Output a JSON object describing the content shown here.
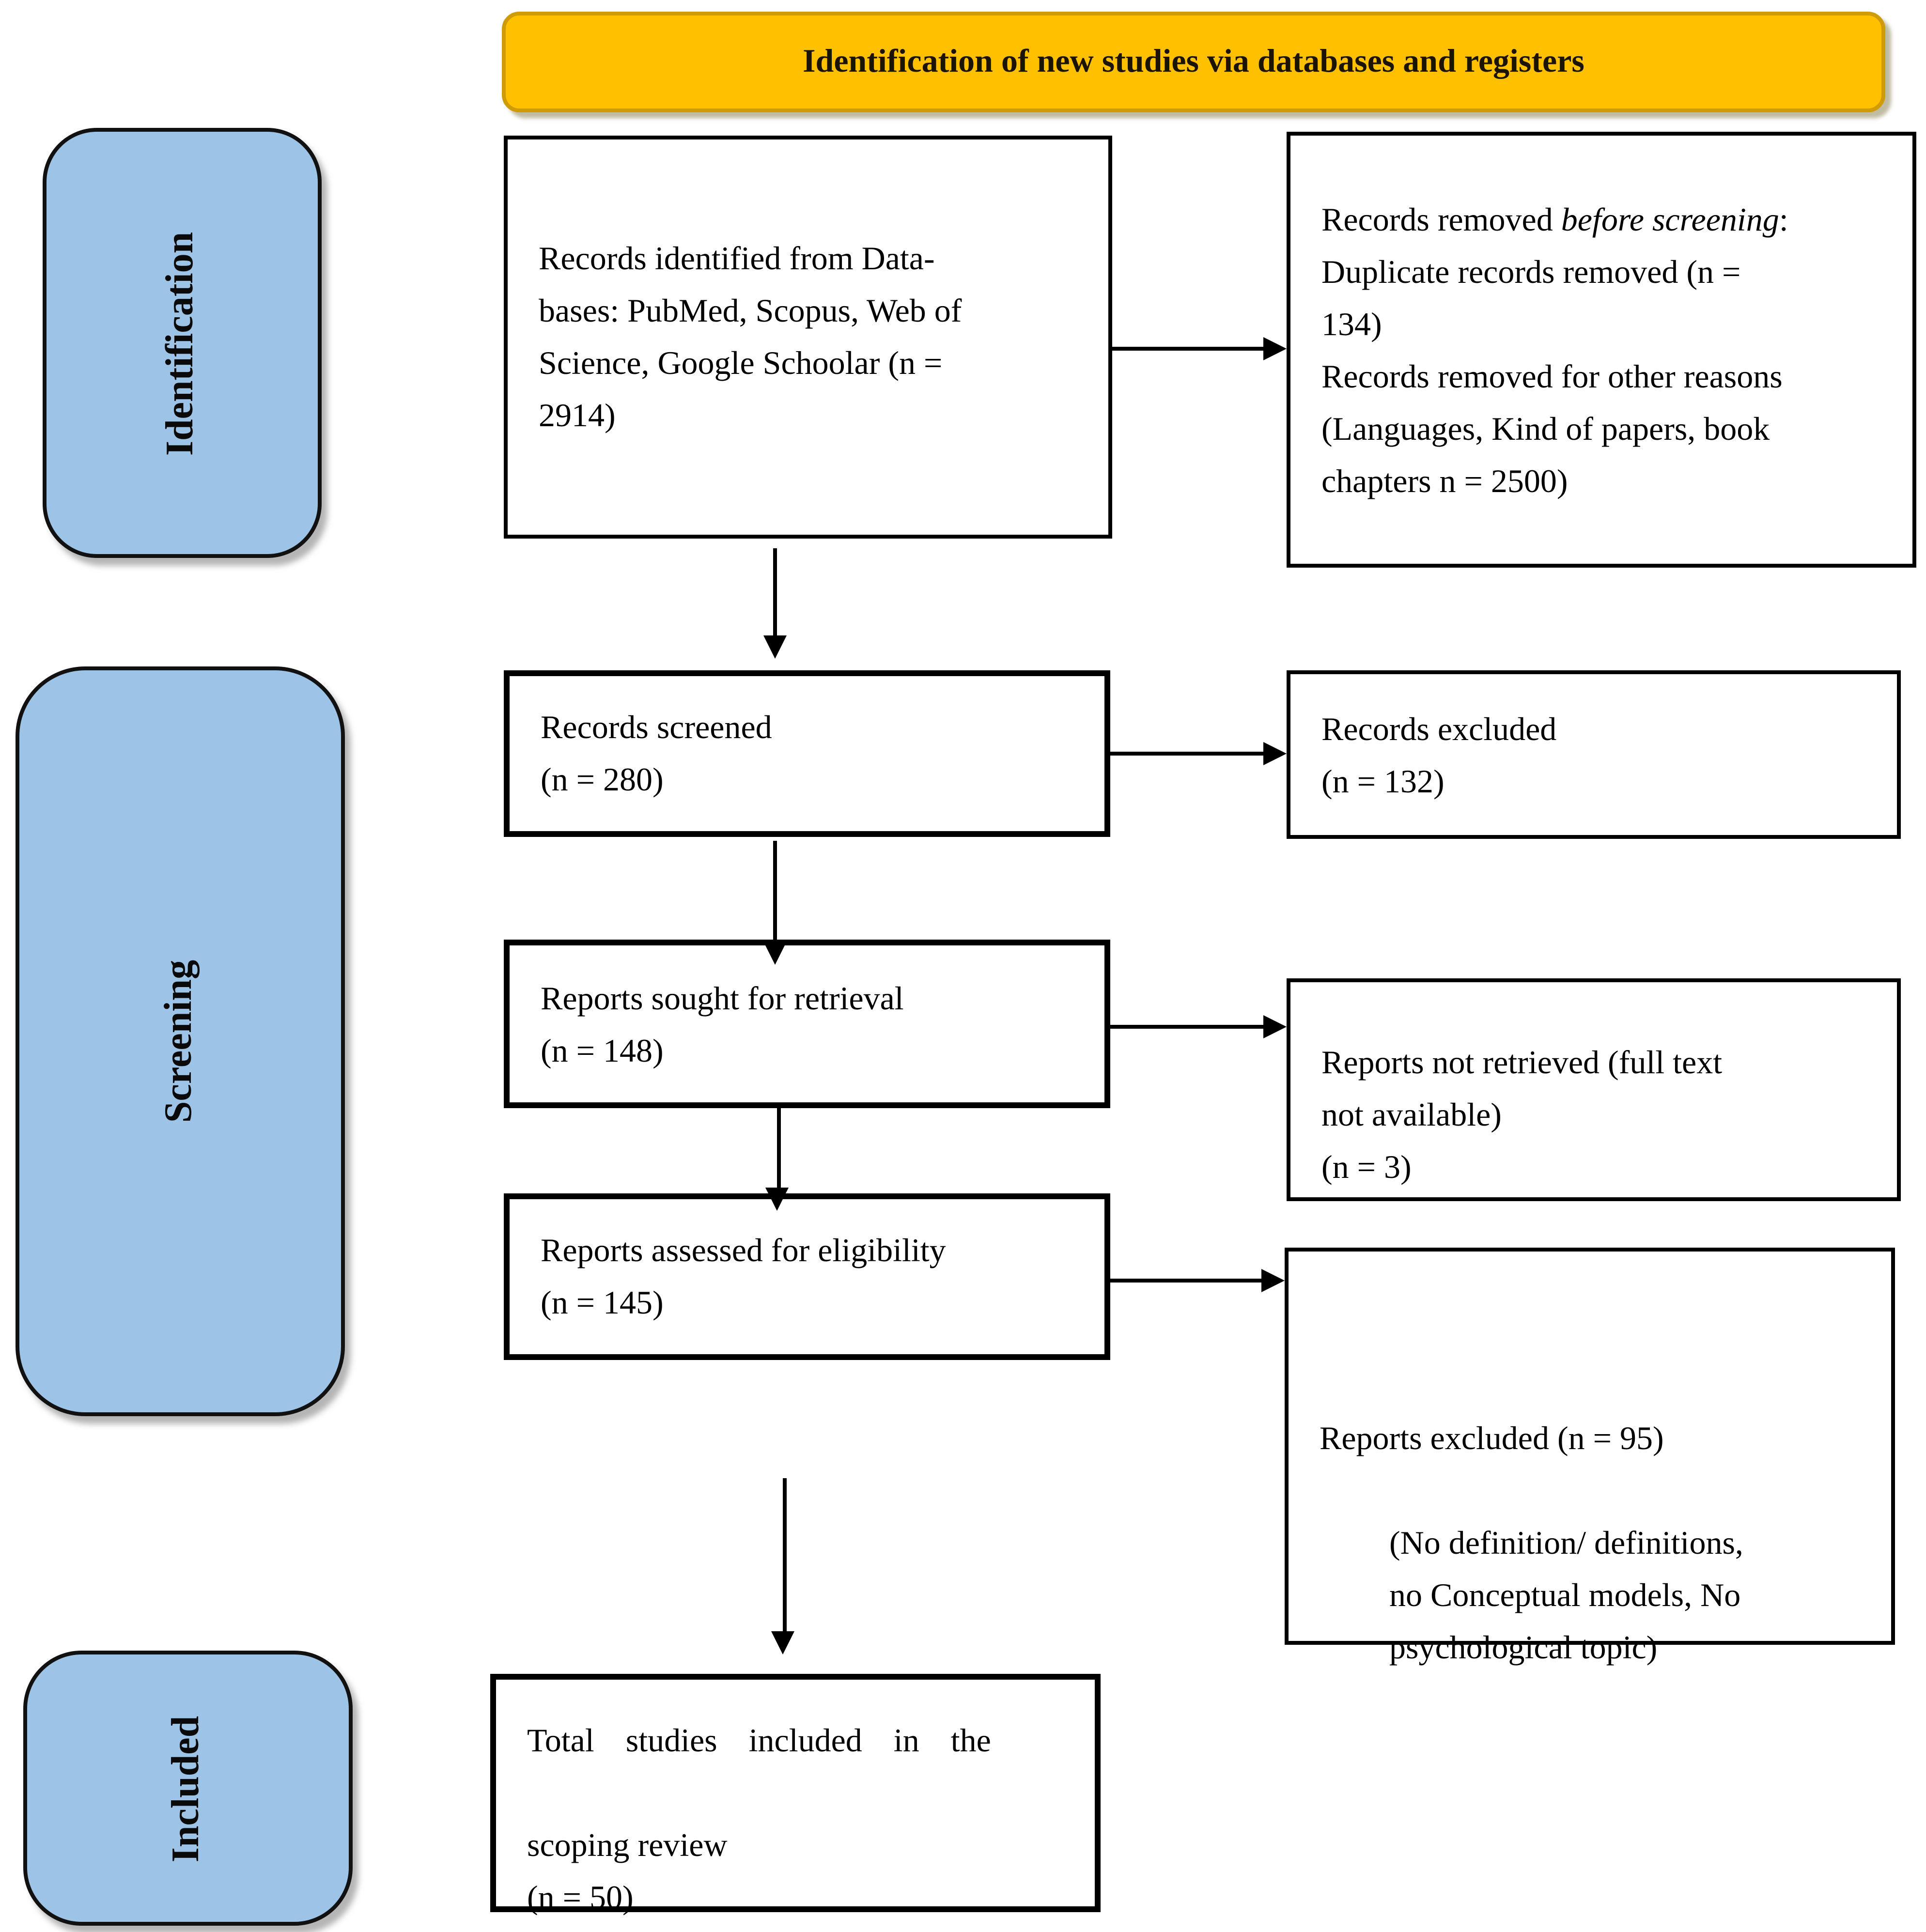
{
  "header": {
    "title": "Identification of new studies via databases and registers"
  },
  "stages": {
    "identification": "Identification",
    "screening": "Screening",
    "included": "Included"
  },
  "boxes": {
    "records_identified": "Records identified from Data-\nbases: PubMed, Scopus, Web of\nScience, Google Schoolar (n =\n2914)",
    "records_removed_prefix": "Records removed ",
    "records_removed_italic": "before screening",
    "records_removed_colon": ":",
    "records_removed_rest": "Duplicate records removed (n =\n134)\nRecords removed for other reasons\n(Languages, Kind of papers, book\nchapters n = 2500)",
    "records_screened": "Records screened\n(n = 280)",
    "records_excluded": "Records excluded\n(n = 132)",
    "reports_sought": "Reports sought for retrieval\n(n = 148)",
    "reports_not_retrieved": "Reports not retrieved (full text\nnot available)\n(n = 3)",
    "reports_assessed": "Reports assessed for eligibility\n(n = 145)",
    "reports_excluded_line1": "Reports excluded (n = 95)",
    "reports_excluded_rest": "(No definition/ definitions,\nno Conceptual models, No\npsychological topic)",
    "total_included_line1": "Total studies included in the",
    "total_included_rest": "scoping review\n(n = 50)"
  },
  "colors": {
    "banner_bg": "#FFC000",
    "stage_bg": "#9DC3E6",
    "line": "#000000"
  }
}
